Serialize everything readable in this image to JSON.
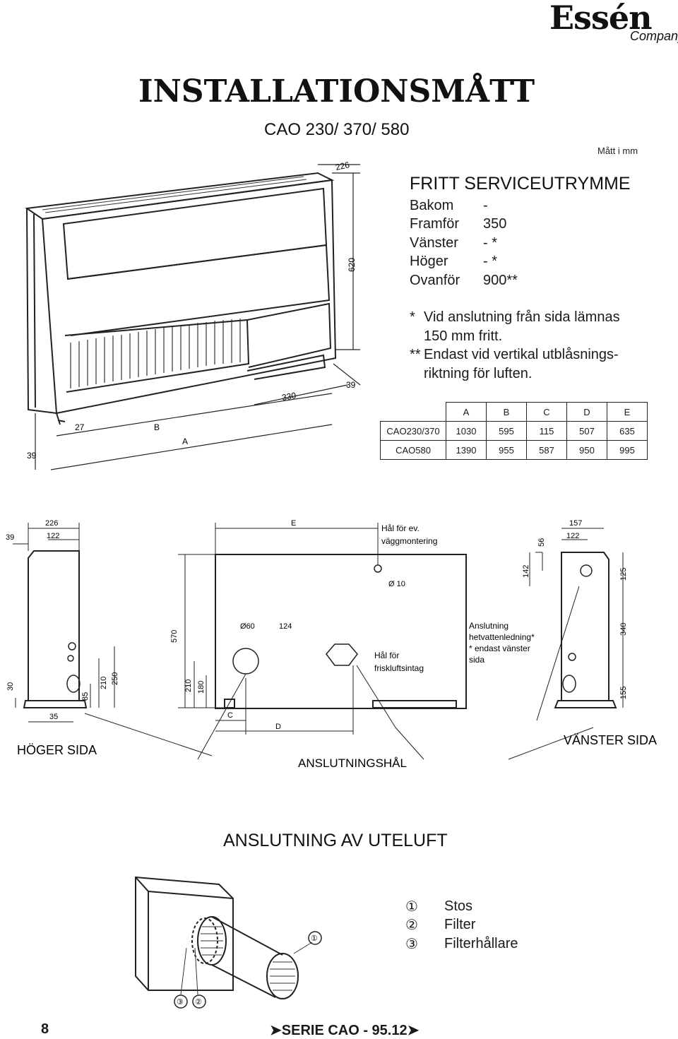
{
  "brand": {
    "main": "Essén",
    "sub": "Company"
  },
  "title": "INSTALLATIONSMÅTT",
  "subtitle": "CAO 230/ 370/ 580",
  "units_note": "Mått i mm",
  "service": {
    "heading": "FRITT SERVICEUTRYMME",
    "rows": [
      {
        "label": "Bakom",
        "value": "-"
      },
      {
        "label": "Framför",
        "value": "350"
      },
      {
        "label": "Vänster",
        "value": "- *"
      },
      {
        "label": "Höger",
        "value": "- *"
      },
      {
        "label": "Ovanför",
        "value": "900**"
      }
    ],
    "notes": [
      {
        "mark": "*",
        "line1": "Vid anslutning från sida lämnas",
        "line2": "150 mm fritt."
      },
      {
        "mark": "**",
        "line1": "Endast vid vertikal utblåsnings-",
        "line2": "riktning för luften."
      }
    ]
  },
  "dimensions": {
    "headers": [
      "A",
      "B",
      "C",
      "D",
      "E"
    ],
    "rows": [
      {
        "model": "CAO230/370",
        "values": [
          "1030",
          "595",
          "115",
          "507",
          "635"
        ]
      },
      {
        "model": "CAO580",
        "values": [
          "1390",
          "955",
          "587",
          "950",
          "995"
        ]
      }
    ]
  },
  "iso_drawing_labels": {
    "d226": "226",
    "d620": "620",
    "d39a": "39",
    "d330": "330",
    "d27": "27",
    "dB": "B",
    "dA": "A",
    "d39b": "39"
  },
  "views": {
    "right_side": "HÖGER SIDA",
    "left_side": "VÄNSTER SIDA",
    "connection_holes": "ANSLUTNINGSHÅL",
    "wall_hole_1": "Hål för ev.",
    "wall_hole_2": "väggmontering",
    "dia10": "Ø 10",
    "dia60": "Ø60",
    "d124": "124",
    "air_hole_1": "Hål för",
    "air_hole_2": "friskluftsintag",
    "conn_1": "Anslutning",
    "conn_2": "hetvattenledning*",
    "conn_3": "* endast vänster",
    "conn_4": "sida",
    "dE": "E",
    "dC": "C",
    "dD": "D",
    "d570": "570",
    "d210a": "210",
    "d180": "180",
    "r226": "226",
    "r122": "122",
    "r39": "39",
    "r30": "30",
    "r85": "85",
    "r210": "210",
    "r250": "250",
    "r35": "35",
    "l157": "157",
    "l122": "122",
    "l56": "56",
    "l142": "142",
    "l125": "125",
    "l340": "340",
    "l155": "155"
  },
  "outside_air": {
    "heading": "ANSLUTNING AV UTELUFT",
    "legend": [
      {
        "num": "①",
        "label": "Stos"
      },
      {
        "num": "②",
        "label": "Filter"
      },
      {
        "num": "③",
        "label": "Filterhållare"
      }
    ],
    "callout_1": "①",
    "callout_2": "②",
    "callout_3": "③"
  },
  "footer": {
    "page": "8",
    "series": "➤SERIE CAO - 95.12➤"
  }
}
